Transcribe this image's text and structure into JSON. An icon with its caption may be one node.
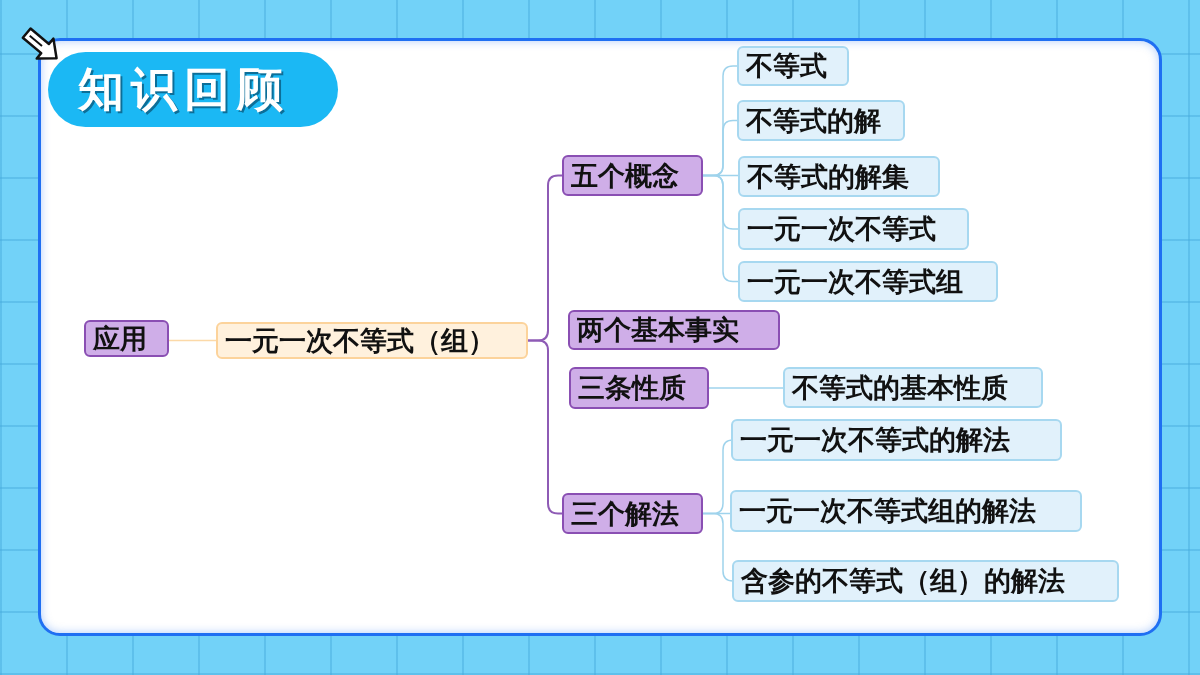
{
  "diagram": {
    "title": "知识回顾",
    "nodes": [
      {
        "text": [
          "应用"
        ]
      },
      {
        "text": [
          "一元一次不等式（组）"
        ]
      },
      {
        "text": [
          "五个概念"
        ]
      },
      {
        "text": [
          "不等式"
        ]
      },
      {
        "text": [
          "不等式的解"
        ]
      },
      {
        "text": [
          "不等式的解集"
        ]
      },
      {
        "text": [
          "一元一次不等式"
        ]
      },
      {
        "text": [
          "一元一次不等式组"
        ]
      },
      {
        "text": [
          "两个基本事实"
        ]
      },
      {
        "text": [
          "三条性质"
        ]
      },
      {
        "text": [
          "不等式的基本性质"
        ]
      },
      {
        "text": [
          "三个解法"
        ]
      },
      {
        "text": [
          "一元一次不等式的解法"
        ]
      },
      {
        "text": [
          "一元一次不等式组的解法"
        ]
      },
      {
        "text": [
          "含参的不等式（组）的解法"
        ]
      }
    ],
    "edges": [
      {
        "from": 1,
        "to": 0,
        "arrow": "none",
        "color": "#fcd9a8"
      },
      {
        "from": 1,
        "to": 2,
        "arrow": "none",
        "color": "#8e5bb5"
      },
      {
        "from": 1,
        "to": 11,
        "arrow": "none",
        "color": "#8e5bb5"
      },
      {
        "from": 2,
        "to": 3,
        "arrow": "none"
      },
      {
        "from": 2,
        "to": 4,
        "arrow": "none"
      },
      {
        "from": 2,
        "to": 5,
        "arrow": "none"
      },
      {
        "from": 2,
        "to": 6,
        "arrow": "none"
      },
      {
        "from": 2,
        "to": 7,
        "arrow": "none"
      },
      {
        "from": 9,
        "to": 10,
        "arrow": "none"
      },
      {
        "from": 11,
        "to": 12,
        "arrow": "none"
      },
      {
        "from": 11,
        "to": 13,
        "arrow": "none"
      },
      {
        "from": 11,
        "to": 14,
        "arrow": "none"
      }
    ]
  }
}
